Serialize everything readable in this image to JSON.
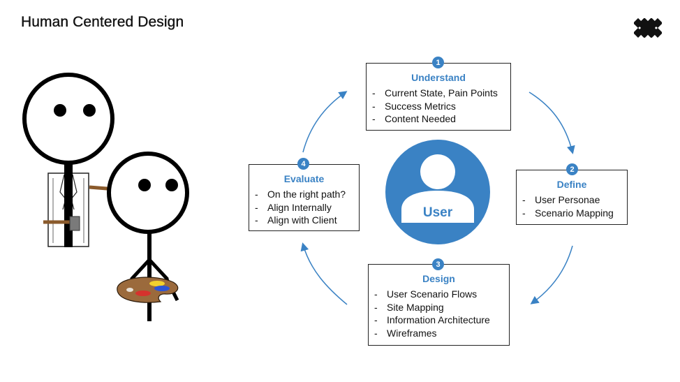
{
  "title": "Human Centered Design",
  "logo": {
    "icon": "four-x-logo-icon"
  },
  "colors": {
    "accent": "#3a82c4",
    "ink": "#111111",
    "palette_wood": "#9b6a3c"
  },
  "center": {
    "label": "User",
    "icon": "user-avatar-icon"
  },
  "steps": [
    {
      "number": "1",
      "title": "Understand",
      "items": [
        "Current State, Pain Points",
        "Success Metrics",
        "Content Needed"
      ]
    },
    {
      "number": "2",
      "title": "Define",
      "items": [
        "User Personae",
        "Scenario Mapping"
      ]
    },
    {
      "number": "3",
      "title": "Design",
      "items": [
        "User Scenario Flows",
        "Site Mapping",
        "Information Architecture",
        "Wireframes"
      ]
    },
    {
      "number": "4",
      "title": "Evaluate",
      "items": [
        "On the right path?",
        "Align Internally",
        "Align with Client"
      ]
    }
  ]
}
